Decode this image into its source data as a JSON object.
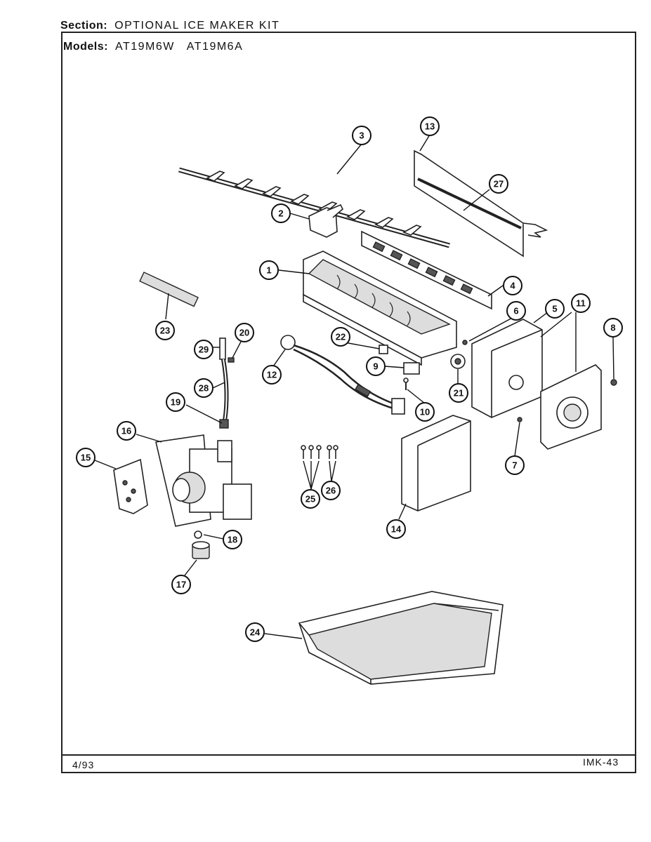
{
  "header": {
    "section_label": "Section:",
    "section_value": "OPTIONAL ICE MAKER KIT",
    "models_label": "Models:",
    "models_value": "AT19M6W   AT19M6A"
  },
  "footer": {
    "date": "4/93",
    "page_code": "IMK-43"
  },
  "callouts": [
    {
      "id": "1",
      "label": "1"
    },
    {
      "id": "2",
      "label": "2"
    },
    {
      "id": "3",
      "label": "3"
    },
    {
      "id": "4",
      "label": "4"
    },
    {
      "id": "5",
      "label": "5"
    },
    {
      "id": "6",
      "label": "6"
    },
    {
      "id": "7",
      "label": "7"
    },
    {
      "id": "8",
      "label": "8"
    },
    {
      "id": "9",
      "label": "9"
    },
    {
      "id": "10",
      "label": "10"
    },
    {
      "id": "11",
      "label": "11"
    },
    {
      "id": "12",
      "label": "12"
    },
    {
      "id": "13",
      "label": "13"
    },
    {
      "id": "14",
      "label": "14"
    },
    {
      "id": "15",
      "label": "15"
    },
    {
      "id": "16",
      "label": "16"
    },
    {
      "id": "17",
      "label": "17"
    },
    {
      "id": "18",
      "label": "18"
    },
    {
      "id": "19",
      "label": "19"
    },
    {
      "id": "20",
      "label": "20"
    },
    {
      "id": "21",
      "label": "21"
    },
    {
      "id": "22",
      "label": "22"
    },
    {
      "id": "23",
      "label": "23"
    },
    {
      "id": "24",
      "label": "24"
    },
    {
      "id": "25",
      "label": "25"
    },
    {
      "id": "26",
      "label": "26"
    },
    {
      "id": "27",
      "label": "27"
    },
    {
      "id": "28",
      "label": "28"
    },
    {
      "id": "29",
      "label": "29"
    }
  ]
}
